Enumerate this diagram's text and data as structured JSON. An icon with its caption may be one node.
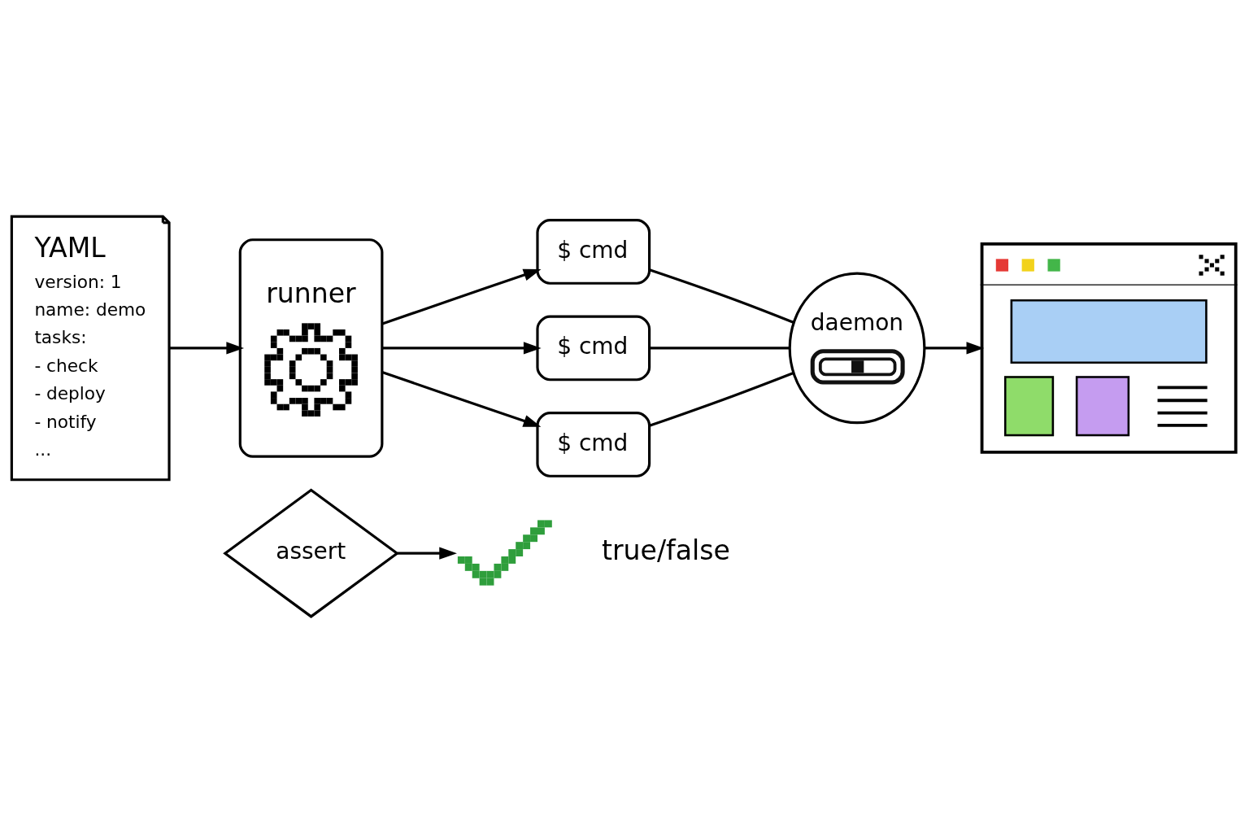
{
  "diagram": {
    "nodes": [
      {
        "text": [
          "YAML",
          "version: 1",
          "name: demo",
          "tasks:",
          "- check",
          "- deploy",
          "- notify",
          "..."
        ]
      },
      {
        "text": [
          "runner"
        ]
      },
      {
        "text": [
          "$ cmd"
        ]
      },
      {
        "text": [
          "$ cmd"
        ]
      },
      {
        "text": [
          "$ cmd"
        ]
      },
      {
        "text": [
          "daemon"
        ]
      },
      {
        "text": [],
        "shape": "window"
      },
      {
        "text": [
          "assert"
        ]
      },
      {
        "text": [],
        "shape": "tick",
        "beside": [
          "true/false"
        ]
      }
    ],
    "edges": [
      {
        "from": 0,
        "to": 1,
        "arrow": "to"
      },
      {
        "from": 1,
        "to": 2,
        "arrow": "to"
      },
      {
        "from": 1,
        "to": 3,
        "arrow": "to"
      },
      {
        "from": 1,
        "to": 4,
        "arrow": "to"
      },
      {
        "from": 2,
        "to": 5,
        "arrow": "none"
      },
      {
        "from": 3,
        "to": 5,
        "arrow": "none"
      },
      {
        "from": 4,
        "to": 5,
        "arrow": "none"
      },
      {
        "from": 5,
        "to": 6,
        "arrow": "to"
      },
      {
        "from": 7,
        "to": 8,
        "arrow": "to"
      }
    ]
  }
}
